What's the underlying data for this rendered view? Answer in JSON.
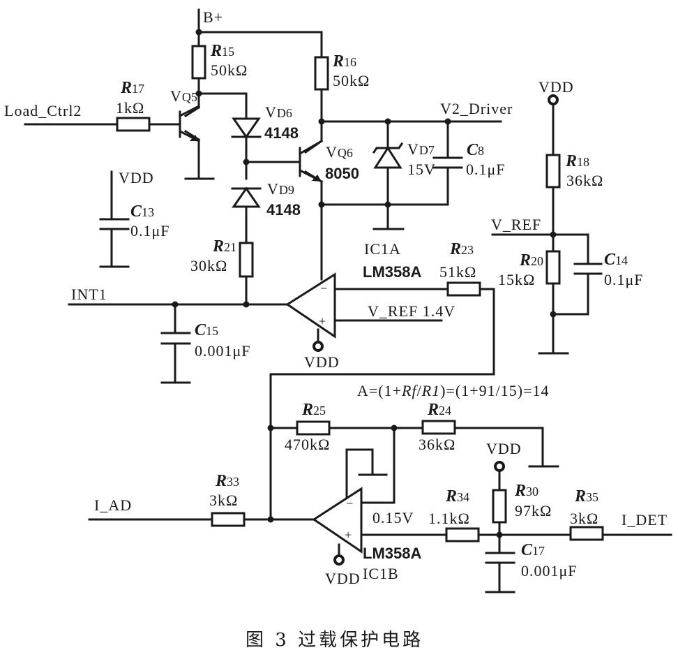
{
  "figure": {
    "caption": "图 3  过载保护电路",
    "title": "Overload protection circuit"
  },
  "nets": {
    "b_plus": "B+",
    "load_ctrl": "Load_Ctrl2",
    "v2_driver": "V2_Driver",
    "vdd": "VDD",
    "v_ref": "V_REF",
    "int1": "INT1",
    "v_ref_value": "V_REF 1.4V",
    "i_ad": "I_AD",
    "i_det": "I_DET",
    "bias_015": "0.15V"
  },
  "components": {
    "R15": {
      "ref": "R",
      "num": "15",
      "value": "50kΩ"
    },
    "R16": {
      "ref": "R",
      "num": "16",
      "value": "50kΩ"
    },
    "R17": {
      "ref": "R",
      "num": "17",
      "value": "1kΩ"
    },
    "R18": {
      "ref": "R",
      "num": "18",
      "value": "36kΩ"
    },
    "R20": {
      "ref": "R",
      "num": "20",
      "value": "15kΩ"
    },
    "R21": {
      "ref": "R",
      "num": "21",
      "value": "30kΩ"
    },
    "R23": {
      "ref": "R",
      "num": "23",
      "value": "51kΩ"
    },
    "R24": {
      "ref": "R",
      "num": "24",
      "value": "36kΩ"
    },
    "R25": {
      "ref": "R",
      "num": "25",
      "value": "470kΩ"
    },
    "R30": {
      "ref": "R",
      "num": "30",
      "value": "97kΩ"
    },
    "R33": {
      "ref": "R",
      "num": "33",
      "value": "3kΩ"
    },
    "R34": {
      "ref": "R",
      "num": "34",
      "value": "1.1kΩ"
    },
    "R35": {
      "ref": "R",
      "num": "35",
      "value": "3kΩ"
    },
    "C8": {
      "ref": "C",
      "num": "8",
      "value": "0.1μF"
    },
    "C13": {
      "ref": "C",
      "num": "13",
      "value": "0.1μF"
    },
    "C14": {
      "ref": "C",
      "num": "14",
      "value": "0.1μF"
    },
    "C15": {
      "ref": "C",
      "num": "15",
      "value": "0.001μF"
    },
    "C17": {
      "ref": "C",
      "num": "17",
      "value": "0.001μF"
    },
    "VQ5": {
      "ref": "V",
      "num": "Q5",
      "value": ""
    },
    "VQ6": {
      "ref": "V",
      "num": "Q6",
      "value": "8050"
    },
    "VD6": {
      "ref": "V",
      "num": "D6",
      "value": "4148"
    },
    "VD9": {
      "ref": "V",
      "num": "D9",
      "value": "4148"
    },
    "VD7": {
      "ref": "V",
      "num": "D7",
      "value": "15V"
    },
    "IC1A": {
      "name": "IC1A",
      "part": "LM358A"
    },
    "IC1B": {
      "name": "IC1B",
      "part": "LM358A"
    }
  },
  "formula": {
    "prefix": "A=(1+",
    "rf": "Rf",
    "slash": "/",
    "r1": "R1",
    "suffix": ")=(1+91/15)=14"
  },
  "opamp_pins": {
    "minus": "−",
    "plus": "+"
  }
}
